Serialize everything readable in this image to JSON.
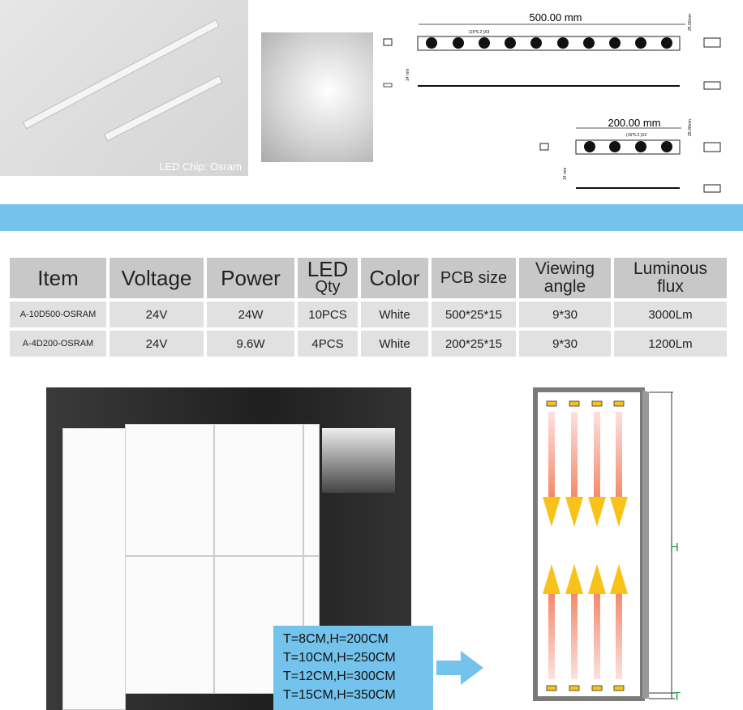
{
  "photo": {
    "caption": "LED Chip: Osram"
  },
  "drawings": {
    "long": {
      "length": "500.00 mm",
      "hole_note": "(15*5.2 )X3",
      "width": "25.00mm",
      "height": "14 mm"
    },
    "short": {
      "length": "200.00 mm",
      "hole_note": "(15*5.2 )X2",
      "width": "25.00mm",
      "height": "14 mm"
    }
  },
  "table": {
    "headers": [
      "Item",
      "Voltage",
      "Power",
      "LED",
      "Qty",
      "Color",
      "PCB size",
      "Viewing",
      "angle",
      "Luminous",
      "flux"
    ],
    "rows": [
      [
        "A-10D500-OSRAM",
        "24V",
        "24W",
        "10PCS",
        "White",
        "500*25*15",
        "9*30",
        "3000Lm"
      ],
      [
        "A-4D200-OSRAM",
        "24V",
        "9.6W",
        "4PCS",
        "White",
        "200*25*15",
        "9*30",
        "1200Lm"
      ]
    ]
  },
  "specs": [
    "T=8CM,H=200CM",
    "T=10CM,H=250CM",
    "T=12CM,H=300CM",
    "T=15CM,H=350CM"
  ],
  "diagram": {
    "h_label": "H",
    "t_label": "T"
  },
  "colors": {
    "accent": "#74c3ec",
    "arrow": "#f9c21a",
    "label": "#1a9a3a"
  }
}
